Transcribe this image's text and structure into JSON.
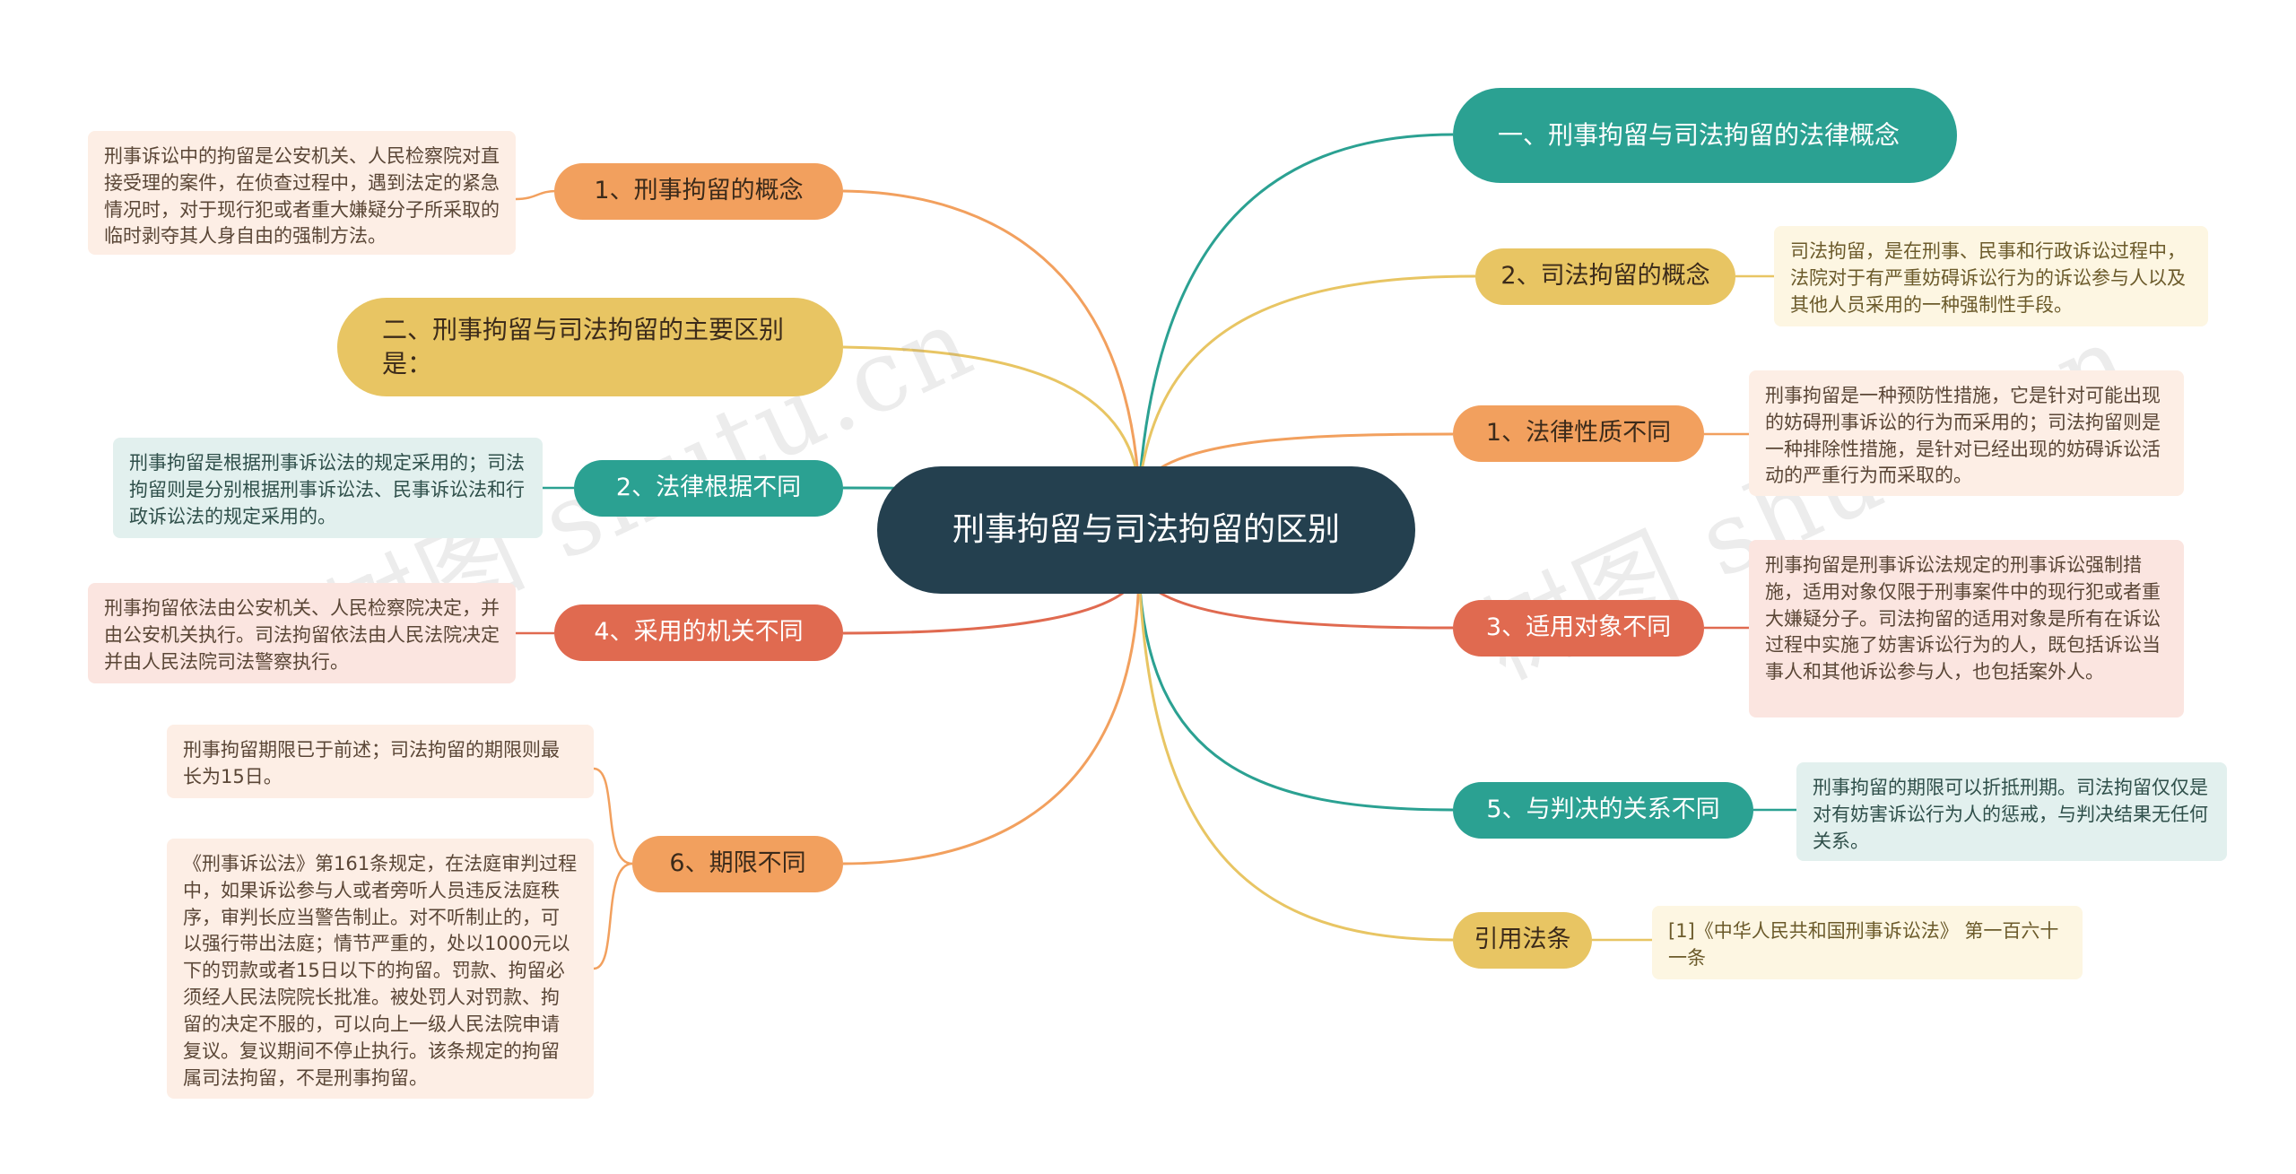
{
  "colors": {
    "center": "#24404f",
    "teal": "#2ba192",
    "gold": "#e8c563",
    "orange": "#f2a05e",
    "red": "#e06a50",
    "note_orange": "#fdeee5",
    "note_gold": "#fdf6e2",
    "note_teal": "#e2f0ee",
    "note_red": "#fbe5e0"
  },
  "center": {
    "label": "刑事拘留与司法拘留的区别"
  },
  "left": {
    "concept_criminal": {
      "label": "1、刑事拘留的概念",
      "note": "刑事诉讼中的拘留是公安机关、人民检察院对直接受理的案件，在侦查过程中，遇到法定的紧急情况时，对于现行犯或者重大嫌疑分子所采取的临时剥夺其人身自由的强制方法。"
    },
    "main_differences": {
      "label": "二、刑事拘留与司法拘留的主要区别是："
    },
    "legal_basis": {
      "label": "2、法律根据不同",
      "note": "刑事拘留是根据刑事诉讼法的规定采用的；司法拘留则是分别根据刑事诉讼法、民事诉讼法和行政诉讼法的规定采用的。"
    },
    "authority": {
      "label": "4、采用的机关不同",
      "note": "刑事拘留依法由公安机关、人民检察院决定，并由公安机关执行。司法拘留依法由人民法院决定并由人民法院司法警察执行。"
    },
    "duration": {
      "label": "6、期限不同",
      "note1": "刑事拘留期限已于前述；司法拘留的期限则最长为15日。",
      "note2": "《刑事诉讼法》第161条规定，在法庭审判过程中，如果诉讼参与人或者旁听人员违反法庭秩序，审判长应当警告制止。对不听制止的，可以强行带出法庭；情节严重的，处以1000元以下的罚款或者15日以下的拘留。罚款、拘留必须经人民法院院长批准。被处罚人对罚款、拘留的决定不服的，可以向上一级人民法院申请复议。复议期间不停止执行。该条规定的拘留属司法拘留，不是刑事拘留。"
    }
  },
  "right": {
    "legal_concept": {
      "label": "一、刑事拘留与司法拘留的法律概念"
    },
    "concept_judicial": {
      "label": "2、司法拘留的概念",
      "note": "司法拘留，是在刑事、民事和行政诉讼过程中，法院对于有严重妨碍诉讼行为的诉讼参与人以及其他人员采用的一种强制性手段。"
    },
    "legal_nature": {
      "label": "1、法律性质不同",
      "note": "刑事拘留是一种预防性措施，它是针对可能出现的妨碍刑事诉讼的行为而采用的；司法拘留则是一种排除性措施，是针对已经出现的妨碍诉讼活动的严重行为而采取的。"
    },
    "subjects": {
      "label": "3、适用对象不同",
      "note": "刑事拘留是刑事诉讼法规定的刑事诉讼强制措施，适用对象仅限于刑事案件中的现行犯或者重大嫌疑分子。司法拘留的适用对象是所有在诉讼过程中实施了妨害诉讼行为的人，既包括诉讼当事人和其他诉讼参与人，也包括案外人。"
    },
    "judgment": {
      "label": "5、与判决的关系不同",
      "note": "刑事拘留的期限可以折抵刑期。司法拘留仅仅是对有妨害诉讼行为人的惩戒，与判决结果无任何关系。"
    },
    "citation": {
      "label": "引用法条",
      "note": "[1]《中华人民共和国刑事诉讼法》 第一百六十一条"
    }
  },
  "watermarks": [
    "树图 shutu.cn",
    "树图 shutu.cn"
  ]
}
